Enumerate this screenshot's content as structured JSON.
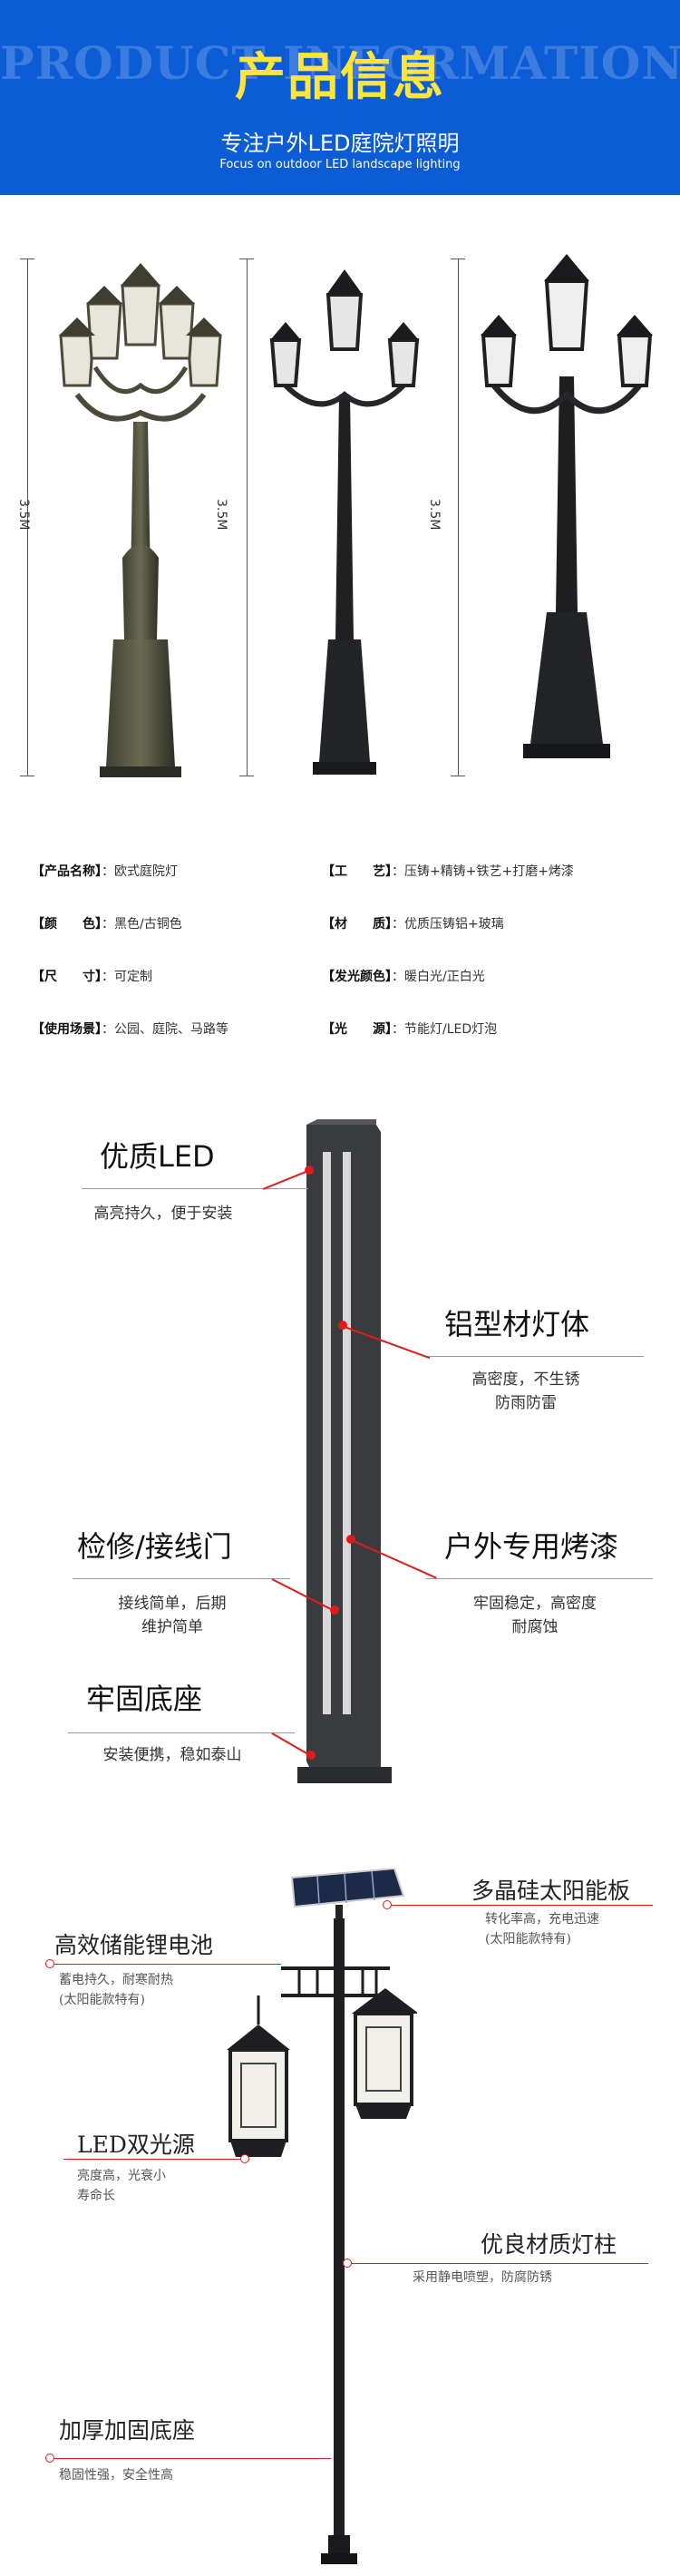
{
  "header": {
    "bg_word": "PRODUCT INFORMATION",
    "title": "产品信息",
    "subtitle": "专注户外LED庭院灯照明",
    "subtitle_en": "Focus on outdoor LED landscape lighting",
    "bg_color": "#0c5cd6",
    "title_color": "#ffe53a"
  },
  "lamps": {
    "height_label_1": "3.5M",
    "height_label_2": "3.5M",
    "height_label_3": "3.5M"
  },
  "specs": [
    {
      "label": "【产品名称】",
      "value": "：欧式庭院灯"
    },
    {
      "label": "【工　　艺】",
      "value": "：压铸+精铸+铁艺+打磨+烤漆"
    },
    {
      "label": "【颜　　色】",
      "value": "：黑色/古铜色"
    },
    {
      "label": "【材　　质】",
      "value": "：优质压铸铝+玻璃"
    },
    {
      "label": "【尺　　寸】",
      "value": "：可定制"
    },
    {
      "label": "【发光颜色】",
      "value": "：暖白光/正白光"
    },
    {
      "label": "【使用场景】",
      "value": "：公园、庭院、马路等"
    },
    {
      "label": "【光　　源】",
      "value": "：节能灯/LED灯泡"
    }
  ],
  "features": {
    "led": {
      "title": "优质LED",
      "desc": "高亮持久，便于安装"
    },
    "alu": {
      "title": "铝型材灯体",
      "desc": "高密度，不生锈\n防雨防雷"
    },
    "door": {
      "title": "检修/接线门",
      "desc": "接线简单，后期\n维护简单"
    },
    "paint": {
      "title": "户外专用烤漆",
      "desc": "牢固稳定，高密度\n耐腐蚀"
    },
    "base": {
      "title": "牢固底座",
      "desc": "安装便携，稳如泰山"
    }
  },
  "solar": {
    "panel": {
      "title": "多晶硅太阳能板",
      "desc": "转化率高，充电迅速\n(太阳能款特有)"
    },
    "battery": {
      "title": "高效储能锂电池",
      "desc": "蓄电持久，耐寒耐热\n(太阳能款特有)"
    },
    "led": {
      "title": "LED双光源",
      "desc": "亮度高，光衰小\n寿命长"
    },
    "pole": {
      "title": "优良材质灯柱",
      "desc": "采用静电喷塑，防腐防锈"
    },
    "base": {
      "title": "加厚加固底座",
      "desc": "稳固性强，安全性高"
    }
  },
  "accent_color": "#e01a1a"
}
